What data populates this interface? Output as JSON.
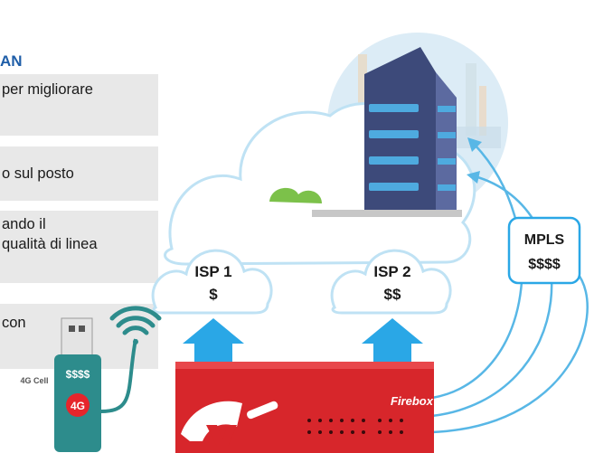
{
  "heading": "AN",
  "text_boxes": [
    {
      "lines": [
        "per migliorare"
      ]
    },
    {
      "lines": [
        "o sul posto"
      ]
    },
    {
      "lines": [
        "ando il",
        "qualità di linea"
      ]
    },
    {
      "lines": [
        "con"
      ]
    }
  ],
  "isp1": {
    "name": "ISP 1",
    "cost": "$"
  },
  "isp2": {
    "name": "ISP 2",
    "cost": "$$"
  },
  "mpls": {
    "name": "MPLS",
    "cost": "$$$$"
  },
  "usb": {
    "cost": "$$$$",
    "badge": "4G",
    "label": "4G Cell"
  },
  "firebox": {
    "brand": "Firebox"
  },
  "colors": {
    "accent_blue": "#1f5ea8",
    "arrow_blue": "#2aa7e6",
    "firebox_red": "#d7262b"
  }
}
